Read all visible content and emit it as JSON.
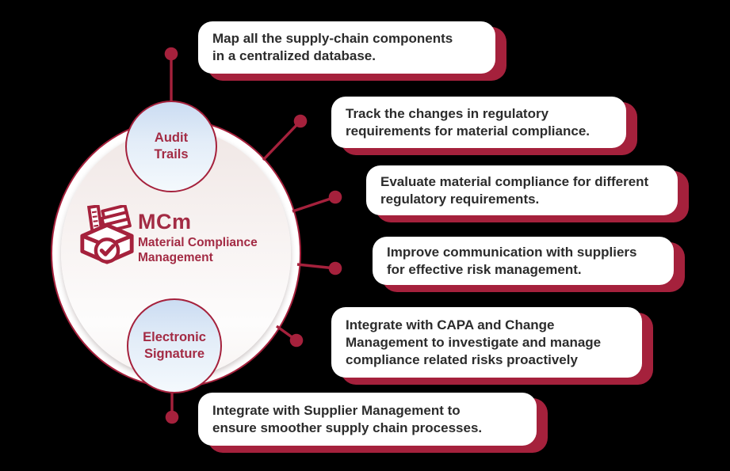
{
  "colors": {
    "crimson": "#A5213C",
    "crimson_text": "#A32B44",
    "box_text": "#2C2C2C",
    "satellite_fill_top": "#CBDCF2",
    "center_fill_top": "#F0E7E5",
    "background": "#000000"
  },
  "center": {
    "acronym": "MCm",
    "name": "Material Compliance\nManagement",
    "icon": "compliance-box-icon"
  },
  "satellites": {
    "top": "Audit\nTrails",
    "bottom": "Electronic\nSignature"
  },
  "callouts": [
    {
      "text": "Map all the supply-chain components\nin a centralized database."
    },
    {
      "text": "Track the changes in regulatory\nrequirements for material compliance."
    },
    {
      "text": "Evaluate material compliance for different\nregulatory requirements."
    },
    {
      "text": "Improve communication with suppliers\nfor effective risk management."
    },
    {
      "text": "Integrate with CAPA and Change\nManagement to investigate and manage\ncompliance related risks proactively"
    },
    {
      "text": "Integrate with Supplier Management to\nensure smoother supply chain processes."
    }
  ]
}
